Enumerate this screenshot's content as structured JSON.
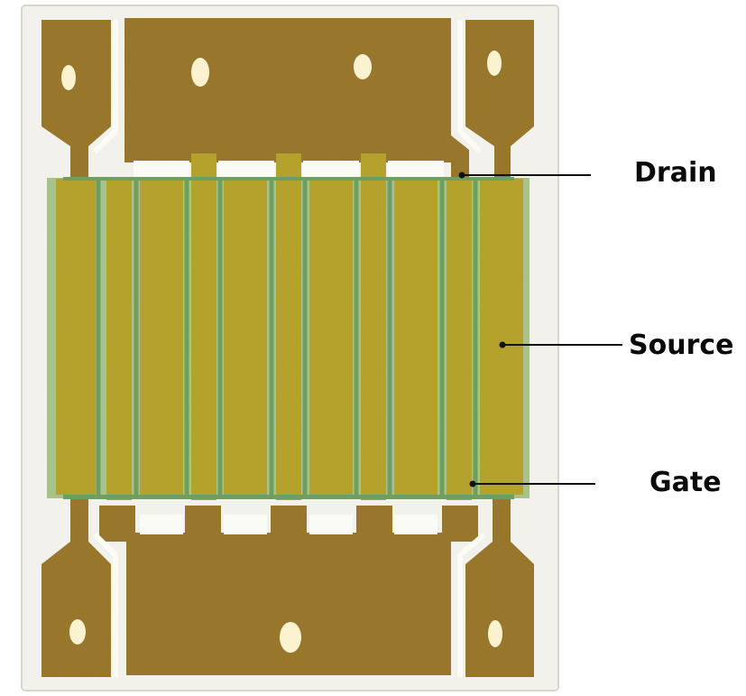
{
  "labels": {
    "drain": "Drain",
    "source": "Source",
    "gate": "Gate"
  },
  "colors": {
    "background": "#ffffff",
    "substrate": "#f3f1ec",
    "substrate_edge": "#dad6cc",
    "bond_metal": "#98772f",
    "channel_metal": "#b5a22f",
    "gate_line": "#6f9e63",
    "mesa": "#8fb36a",
    "via": "#fbf3cf",
    "gap": "#fbfbf6",
    "leader_line": "#111111"
  },
  "device": {
    "gate_fingers": 10
  }
}
